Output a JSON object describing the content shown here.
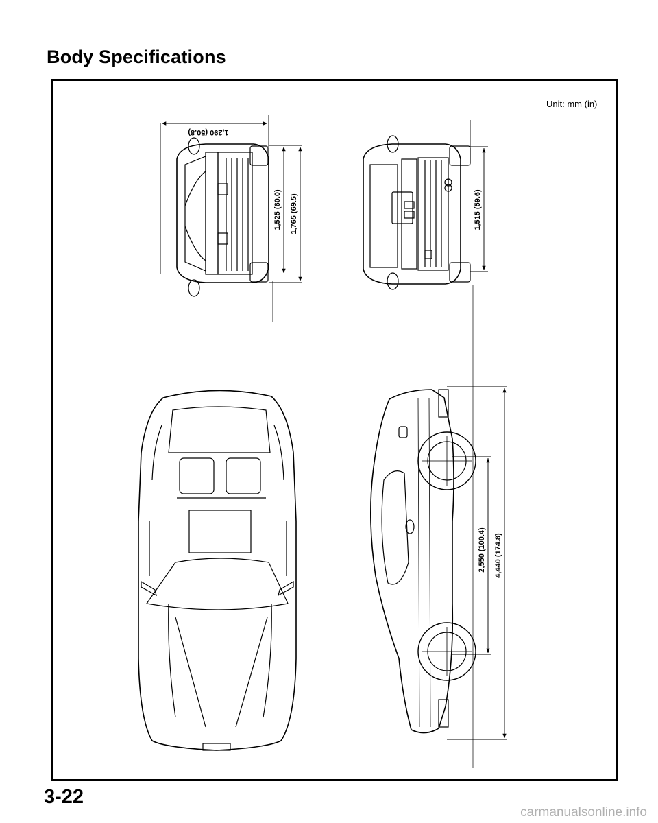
{
  "page": {
    "title": "Body Specifications",
    "unit": "Unit: mm (in)",
    "page_number": "3-22",
    "watermark": "carmanualsonline.info"
  },
  "dimensions": {
    "overall_width": "1,290 (50.8)",
    "front_tread": "1,525 (60.0)",
    "overall_width_mirrors": "1,765 (69.5)",
    "rear_tread": "1,515 (59.6)",
    "wheelbase": "2,550 (100.4)",
    "overall_length": "4,440 (174.8)"
  }
}
